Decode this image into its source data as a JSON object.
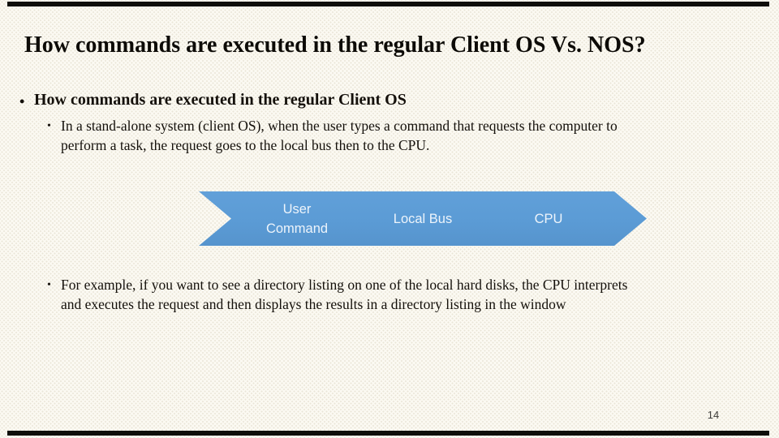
{
  "slide": {
    "title": "How commands are executed in the regular Client OS Vs. NOS?",
    "bullet_glyph": "•",
    "bullet1": "How commands are executed in the regular Client OS",
    "sub_bullet1": "In a stand-alone system (client OS), when the user types a command that requests the computer to perform a task, the request goes to the local bus then to the CPU.",
    "sub_bullet2": "For example, if you want to see a directory listing on one of the local hard disks, the CPU interprets and executes the request and then displays the results in a directory listing in the window",
    "page_number": "14",
    "colors": {
      "background": "#fbf9f2",
      "text": "#14100b",
      "edge_bars": "#0f0e0a",
      "chevron_blue": "#5b9bd5",
      "chevron_text": "#edf4fb",
      "page_number": "#3d3c39"
    }
  },
  "diagram": {
    "type": "process-flow",
    "direction": "left-to-right",
    "steps": [
      {
        "label": "User Command"
      },
      {
        "label": "Local Bus"
      },
      {
        "label": "CPU"
      }
    ]
  }
}
